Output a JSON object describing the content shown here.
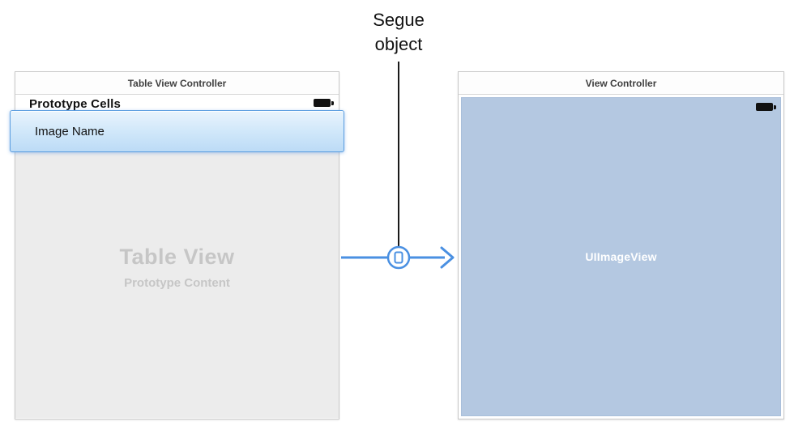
{
  "annotation": {
    "segue_label": "Segue\nobject"
  },
  "left_controller": {
    "title": "Table View Controller",
    "prototype_cells_label": "Prototype Cells",
    "cell_label": "Image Name",
    "placeholder_title": "Table View",
    "placeholder_subtitle": "Prototype Content"
  },
  "right_controller": {
    "title": "View Controller",
    "image_view_label": "UIImageView"
  },
  "colors": {
    "accent_blue": "#4a90e2",
    "selected_cell_gradient_top": "#e9f4fd",
    "selected_cell_gradient_bottom": "#bcdbf6",
    "table_body_gray": "#ececec",
    "placeholder_text_gray": "#c6c6c6",
    "image_view_blue": "#b4c8e1",
    "annotation_line_black": "#1a1a1a"
  }
}
